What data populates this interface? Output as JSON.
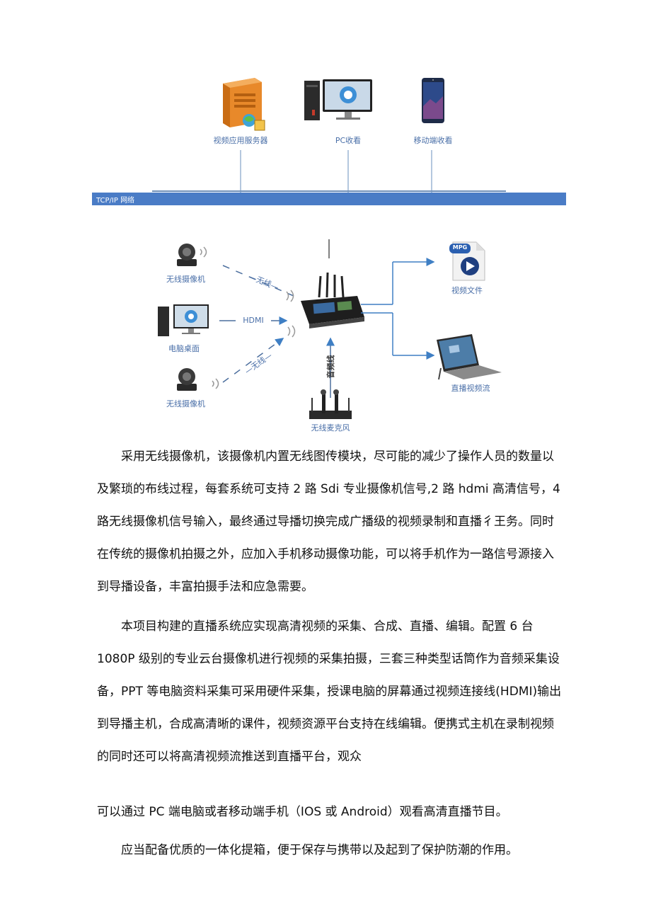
{
  "network_diagram": {
    "nodes": [
      {
        "label": "视频应用服务器",
        "icon": "server-icon"
      },
      {
        "label": "PC收看",
        "icon": "desktop-pc-icon"
      },
      {
        "label": "移动端收看",
        "icon": "smartphone-icon"
      }
    ],
    "bus_label": "TCP/IP 网络",
    "bus_color": "#4a7cc6"
  },
  "production_diagram": {
    "inputs": [
      {
        "label": "无线摄像机",
        "icon": "ptz-camera-icon",
        "link": "—无线—"
      },
      {
        "label": "电脑桌面",
        "icon": "desktop-pc-icon",
        "link": "HDMI"
      },
      {
        "label": "无线摄像机",
        "icon": "ptz-camera-icon",
        "link": "—无线—"
      }
    ],
    "center_icon": "broadcast-director-icon",
    "audio": {
      "label": "无线麦克风",
      "link": "音频线",
      "icon": "wireless-mic-icon"
    },
    "outputs": [
      {
        "label": "视频文件",
        "icon": "mpg-file-icon",
        "badge": "MPG"
      },
      {
        "label": "直播视频流",
        "icon": "tablet-laptop-icon"
      }
    ],
    "line_color": "#3f7fc4"
  },
  "paragraphs": {
    "p1": "采用无线摄像机，该摄像机内置无线图传模块，尽可能的减少了操作人员的数量以及繁琐的布线过程，每套系统可支持 2 路 Sdi 专业摄像机信号,2 路 hdmi 高清信号，4 路无线摄像机信号输入，最终通过导播切换完成广播级的视频录制和直播彳王务。同时在传统的摄像机拍摄之外，应加入手机移动摄像功能，可以将手机作为一路信号源接入到导播设备，丰富拍摄手法和应急需要。",
    "p2": "本项目构建的直播系统应实现高清视频的采集、合成、直播、编辑。配置 6 台 1080P 级别的专业云台摄像机进行视频的采集拍摄，三套三种类型话筒作为音频采集设备，PPT 等电脑资料采集可采用硬件采集，授课电脑的屏幕通过视频连接线(HDMI)输出到导播主机，合成高清晰的课件，视频资源平台支持在线编辑。便携式主机在录制视频的同时还可以将高清视频流推送到直播平台，观众",
    "p3": "可以通过 PC 端电脑或者移动端手机（IOS 或 Android）观看高清直播节目。",
    "p4": "应当配备优质的一体化提箱，便于保存与携带以及起到了保护防潮的作用。"
  }
}
